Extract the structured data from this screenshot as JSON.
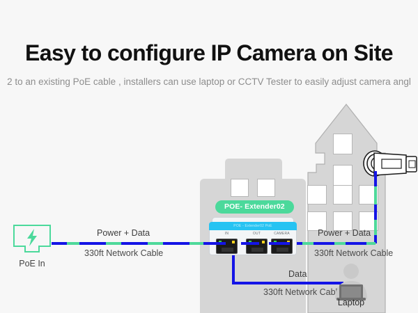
{
  "header": {
    "title": "Easy to configure IP Camera on Site",
    "subtitle": "2 to an existing PoE cable , installers can use laptop or CCTV Tester to easily adjust camera angl"
  },
  "diagram": {
    "poe_in": {
      "label": "PoE In",
      "icon": "rj45-power-jack-icon"
    },
    "extender": {
      "badge": "POE- Extender02",
      "faceplate_text": "POE - Extender02 PoE",
      "ports": [
        {
          "id": "in",
          "label": "IN"
        },
        {
          "id": "out",
          "label": "OUT"
        },
        {
          "id": "camera",
          "label": "CAMERA"
        }
      ]
    },
    "cables": [
      {
        "id": "left-run",
        "top_label": "Power + Data",
        "bottom_label": "330ft Network Cable",
        "type": "power-data"
      },
      {
        "id": "right-run",
        "top_label": "Power + Data",
        "bottom_label": "330ft Network Cable",
        "type": "power-data"
      },
      {
        "id": "laptop-run",
        "top_label": "Data",
        "bottom_label": "330ft Network Cable",
        "type": "data"
      }
    ],
    "camera": {
      "label": "",
      "icon": "cctv-bullet-camera-icon"
    },
    "laptop": {
      "label": "Laptop",
      "icon": "person-with-laptop-icon"
    }
  },
  "colors": {
    "background": "#f7f7f7",
    "title": "#111111",
    "subtitle": "#8d8d8d",
    "cable_power": "#4ed99a",
    "cable_data": "#1414e6",
    "badge_green": "#4bd99b",
    "device_band": "#27c3f2",
    "building": "#d6d6d6",
    "window": "#ffffff",
    "person": "#c9c9c9"
  }
}
